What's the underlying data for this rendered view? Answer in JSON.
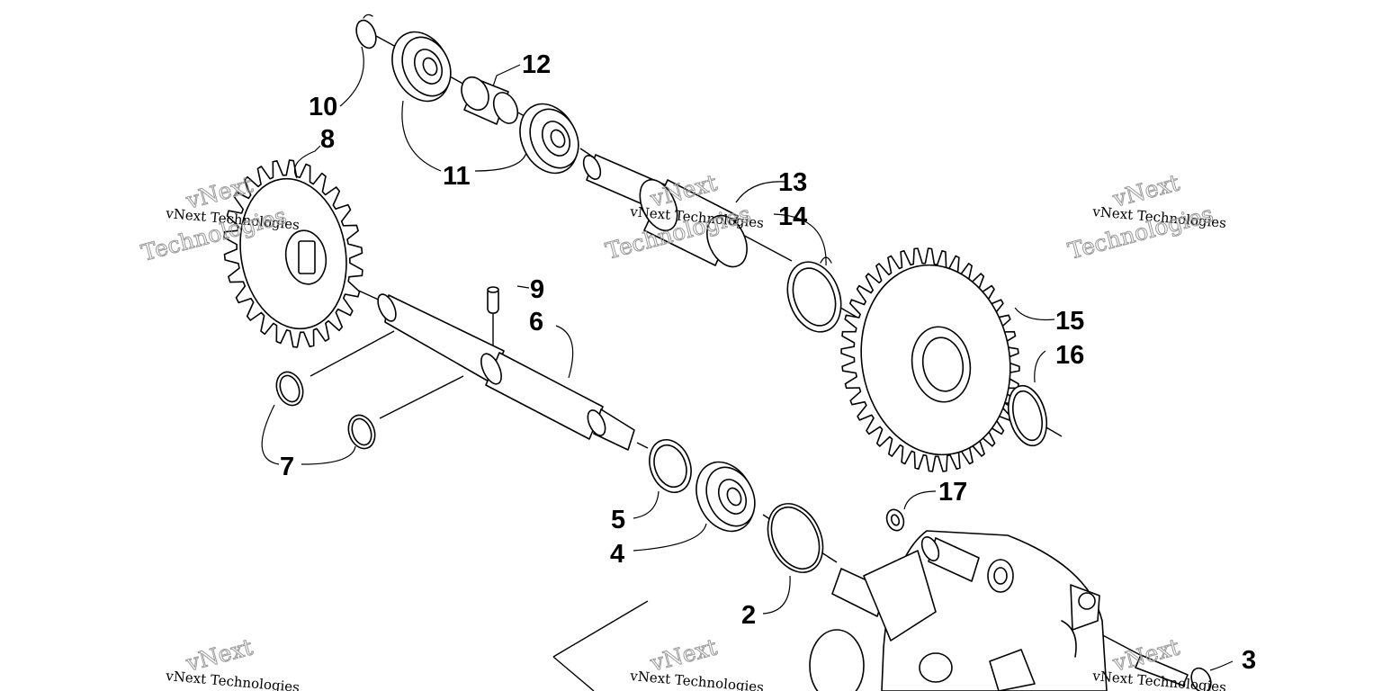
{
  "watermark": {
    "small": "vNext Technologies",
    "big_top": "vNext",
    "big_bottom": "Technologies"
  },
  "callouts": {
    "c2": "2",
    "c3": "3",
    "c4": "4",
    "c5": "5",
    "c6": "6",
    "c7": "7",
    "c8": "8",
    "c9": "9",
    "c10": "10",
    "c11": "11",
    "c12": "12",
    "c13": "13",
    "c14": "14",
    "c15": "15",
    "c16": "16",
    "c17": "17"
  },
  "colors": {
    "line": "#000000",
    "background": "#ffffff",
    "watermark_outline": "#9a9a9a"
  }
}
